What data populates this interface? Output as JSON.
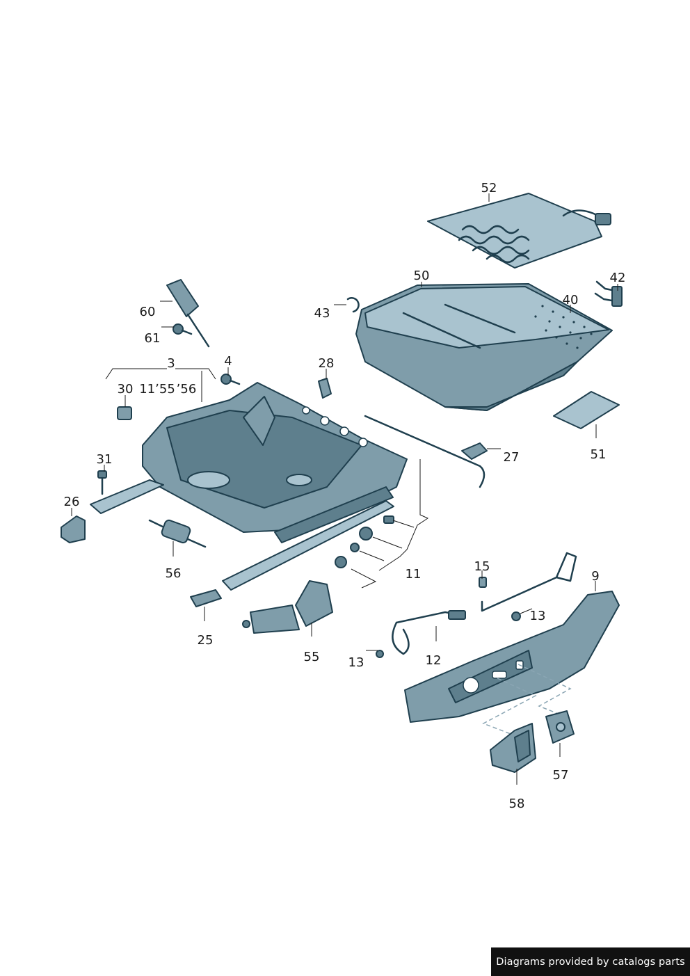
{
  "callouts": {
    "c52": "52",
    "c50": "50",
    "c42": "42",
    "c40": "40",
    "c43": "43",
    "c60": "60",
    "c61": "61",
    "c3": "3",
    "c4": "4",
    "c28": "28",
    "c30": "30",
    "c11_55": "11ʼ55",
    "c56_top": "ʼ56",
    "c31": "31",
    "c26": "26",
    "c27": "27",
    "c51": "51",
    "c56": "56",
    "c11": "11",
    "c15": "15",
    "c9": "9",
    "c13a": "13",
    "c13b": "13",
    "c12": "12",
    "c25": "25",
    "c55": "55",
    "c57": "57",
    "c58": "58"
  },
  "credit": "Diagrams provided by catalogs parts",
  "colors": {
    "part_fill": "#7f9daa",
    "outline": "#1f3f4e",
    "background": "#ffffff",
    "credit_bg": "#111111"
  }
}
